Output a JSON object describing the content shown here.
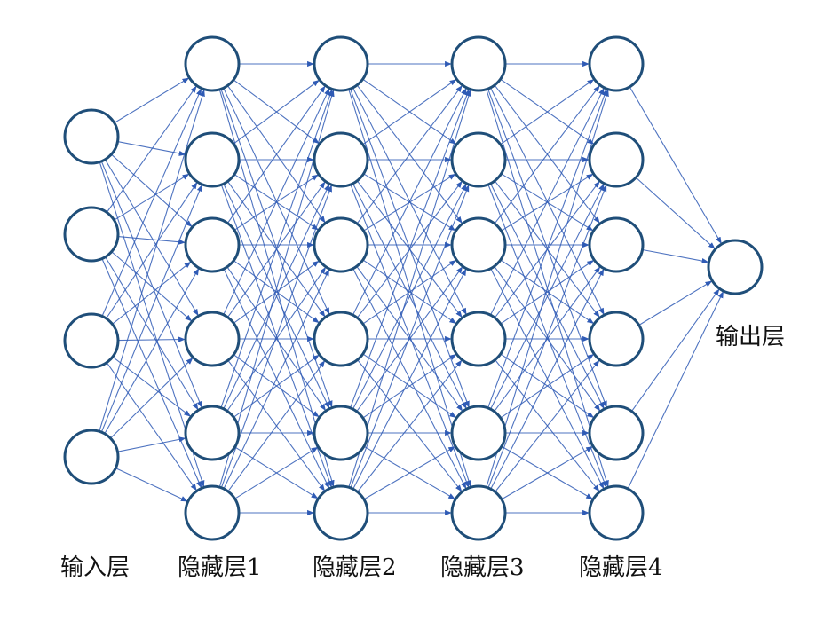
{
  "layers": [
    {
      "label": "输入层",
      "nodes": 4
    },
    {
      "label": "隐藏层1",
      "nodes": 6
    },
    {
      "label": "隐藏层2",
      "nodes": 6
    },
    {
      "label": "隐藏层3",
      "nodes": 6
    },
    {
      "label": "隐藏层4",
      "nodes": 6
    },
    {
      "label": "输出层",
      "nodes": 1
    }
  ],
  "colors": {
    "node_stroke": "#1f4e79",
    "edge": "#2f5bb5",
    "node_fill": "#ffffff"
  }
}
